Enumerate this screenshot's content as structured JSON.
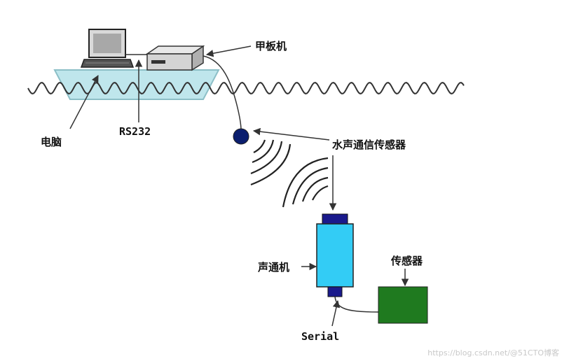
{
  "labels": {
    "deck_unit": "甲板机",
    "computer": "电脑",
    "rs232": "RS232",
    "underwater_acoustic_sensor": "水声通信传感器",
    "acoustic_modem": "声通机",
    "sensor": "传感器",
    "serial": "Serial"
  },
  "watermark": "https://blog.csdn.net/@51CTO博客",
  "colors": {
    "water": "#bfe6ec",
    "boat_outline": "#8cbfc7",
    "modem_body": "#33ccf5",
    "modem_cap": "#1a1a8c",
    "sensor_box": "#1f7a1f",
    "transducer_ball": "#0b1e6e",
    "wave_line": "#333333"
  }
}
